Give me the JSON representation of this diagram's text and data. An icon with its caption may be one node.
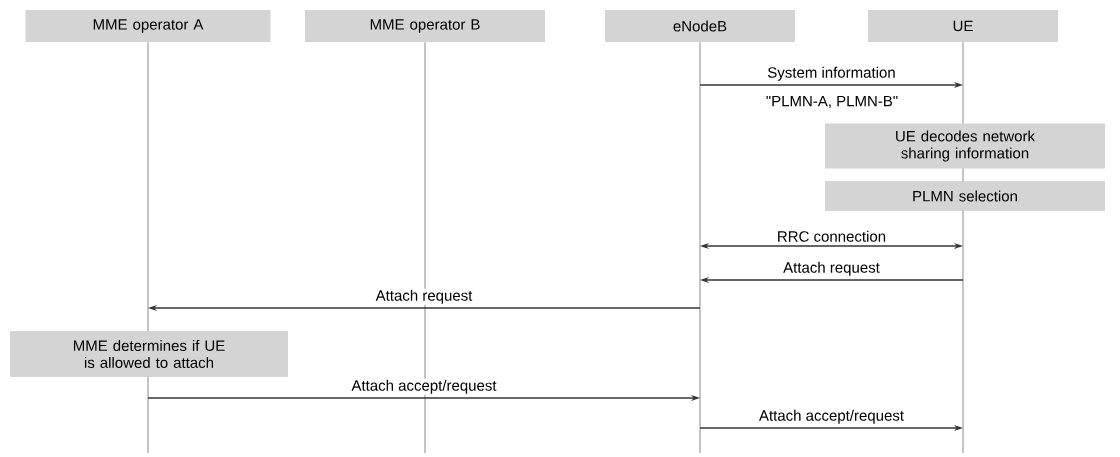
{
  "diagram": {
    "nodes": [
      {
        "text": [
          "MME operator A"
        ]
      },
      {
        "text": [
          "MME operator B"
        ]
      },
      {
        "text": [
          "eNodeB"
        ]
      },
      {
        "text": [
          "UE"
        ]
      },
      {
        "text": [
          "UE decodes network sharing information"
        ]
      },
      {
        "text": [
          "PLMN selection"
        ]
      },
      {
        "text": [
          "MME determines if UE is allowed to attach"
        ]
      }
    ],
    "edges": [
      {
        "from": 2,
        "to": 3,
        "arrow": "to",
        "label": "System information"
      },
      {
        "from": 2,
        "to": 3,
        "arrow": "both",
        "label": "RRC connection"
      },
      {
        "from": 3,
        "to": 2,
        "arrow": "to",
        "label": "Attach request"
      },
      {
        "from": 2,
        "to": 0,
        "arrow": "to",
        "label": "Attach request"
      },
      {
        "from": 0,
        "to": 2,
        "arrow": "to",
        "label": "Attach accept/request"
      },
      {
        "from": 2,
        "to": 3,
        "arrow": "to",
        "label": "Attach accept/request"
      }
    ],
    "labels": [
      "\"PLMN-A, PLMN-B\""
    ]
  }
}
